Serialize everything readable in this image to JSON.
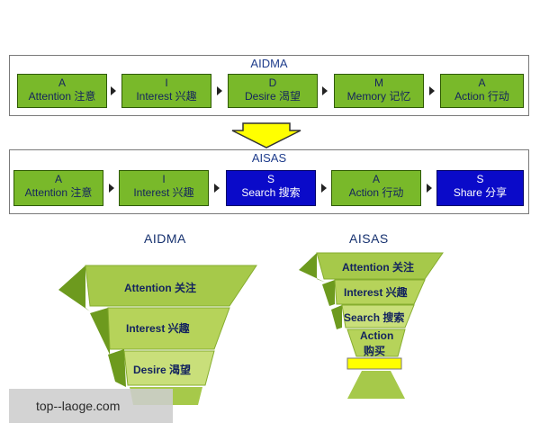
{
  "aidma": {
    "title": "AIDMA",
    "steps": [
      {
        "letter": "A",
        "label": "Attention 注意"
      },
      {
        "letter": "I",
        "label": "Interest 兴趣"
      },
      {
        "letter": "D",
        "label": "Desire 渴望"
      },
      {
        "letter": "M",
        "label": "Memory 记忆"
      },
      {
        "letter": "A",
        "label": "Action 行动"
      }
    ]
  },
  "aisas": {
    "title": "AISAS",
    "steps": [
      {
        "letter": "A",
        "label": "Attention 注意"
      },
      {
        "letter": "I",
        "label": "Interest 兴趣"
      },
      {
        "letter": "S",
        "label": "Search 搜索"
      },
      {
        "letter": "A",
        "label": "Action 行动"
      },
      {
        "letter": "S",
        "label": "Share 分享"
      }
    ]
  },
  "funnels": {
    "left_title": "AIDMA",
    "right_title": "AISAS",
    "left_levels": [
      "Attention 关注",
      "Interest 兴趣",
      "Desire 渴望"
    ],
    "right_levels": [
      "Attention 关注",
      "Interest 兴趣",
      "Search 搜索",
      "Action",
      "购买"
    ]
  },
  "colors": {
    "step_green": "#79b92a",
    "step_blue": "#0a0ac9",
    "funnel_light": "#a6c94a",
    "funnel_dark": "#6d9a1e",
    "arrow_yellow": "#ffff00"
  },
  "watermark": "top--laoge.com"
}
